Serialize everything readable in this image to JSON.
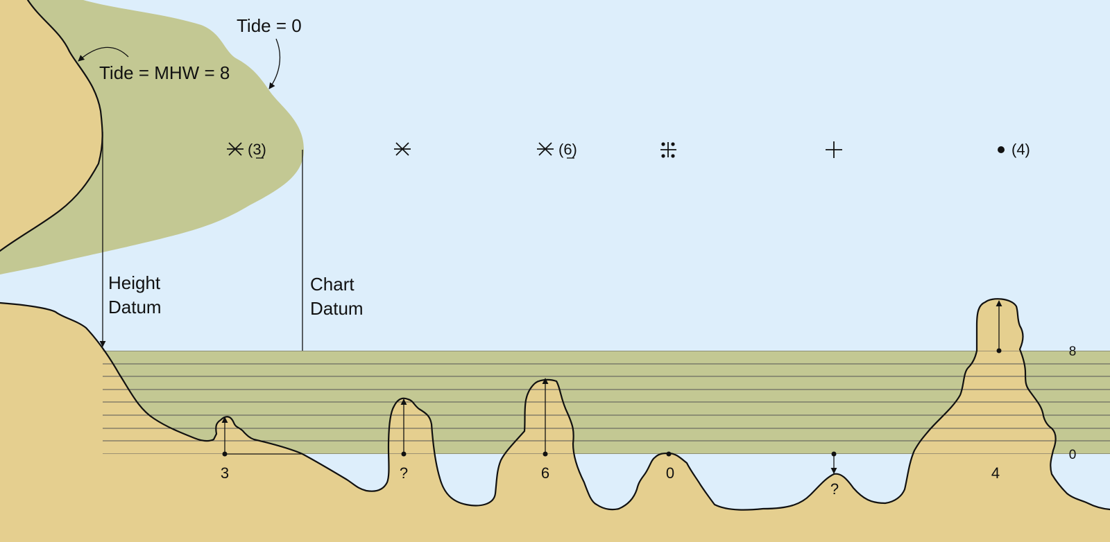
{
  "colors": {
    "water": "#ddeefb",
    "land": "#e5cf8f",
    "intertidal": "#c3c893",
    "line": "#111111"
  },
  "labels": {
    "tide_zero": "Tide = 0",
    "tide_mhw": "Tide = MHW = 8",
    "height_datum_line1": "Height",
    "height_datum_line2": "Datum",
    "chart_datum_line1": "Chart",
    "chart_datum_line2": "Datum"
  },
  "scale": {
    "high": "8",
    "low": "0"
  },
  "chart_symbols": [
    {
      "icon": "rock-awash-icon",
      "label": "(3)",
      "underline_digit": "3"
    },
    {
      "icon": "rock-awash-icon",
      "label": ""
    },
    {
      "icon": "rock-awash-icon",
      "label": "(6)",
      "underline_digit": "6"
    },
    {
      "icon": "rock-awash-at-chart-datum-icon",
      "label": ""
    },
    {
      "icon": "submerged-rock-icon",
      "label": ""
    },
    {
      "icon": "dot-icon",
      "label": "(4)"
    }
  ],
  "rock_values": [
    "3",
    "?",
    "6",
    "0",
    "?",
    "4"
  ]
}
